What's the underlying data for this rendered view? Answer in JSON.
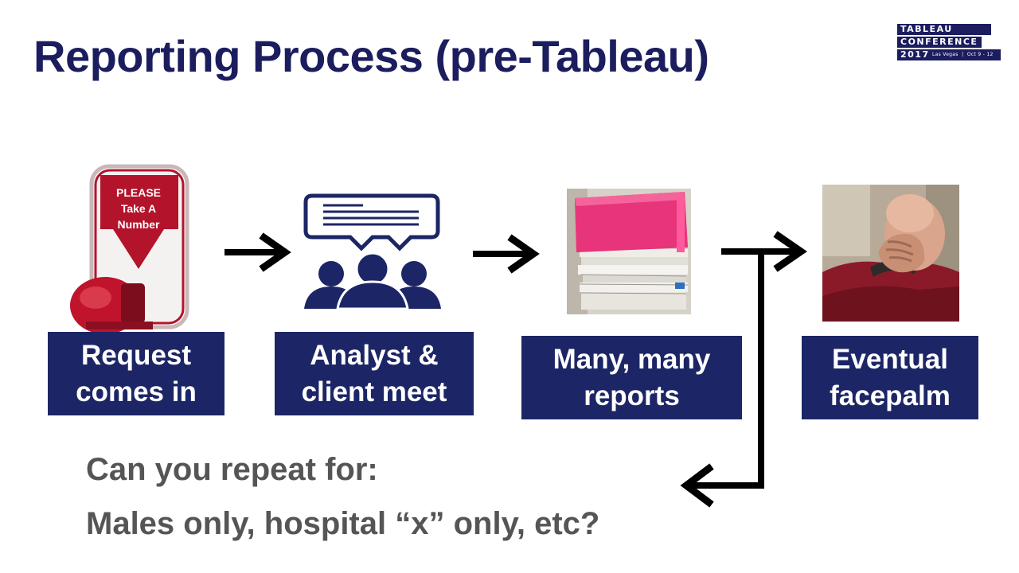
{
  "slide": {
    "title": "Reporting Process (pre-Tableau)"
  },
  "logo": {
    "line1": "TABLEAU",
    "line2": "CONFERENCE",
    "year": "2017",
    "location": "Las Vegas",
    "dates": "Oct 9 - 12"
  },
  "steps": [
    {
      "line1": "Request",
      "line2": "comes in",
      "icon": "take-a-number-dispenser"
    },
    {
      "line1": "Analyst &",
      "line2": "client meet",
      "icon": "meeting-people-icon"
    },
    {
      "line1": "Many, many",
      "line2": "reports",
      "icon": "report-stack-photo"
    },
    {
      "line1": "Eventual",
      "line2": "facepalm",
      "icon": "facepalm-photo"
    }
  ],
  "ticket_sign": {
    "line1": "PLEASE",
    "line2": "Take A",
    "line3": "Number"
  },
  "feedback": {
    "line1": "Can you repeat for:",
    "line2": "Males only, hospital “x” only, etc?"
  },
  "colors": {
    "title": "#1b1d5e",
    "label_box": "#1c2666",
    "ticket_red": "#b3132b",
    "icon_navy": "#1c2666",
    "feedback_text": "#555555"
  }
}
